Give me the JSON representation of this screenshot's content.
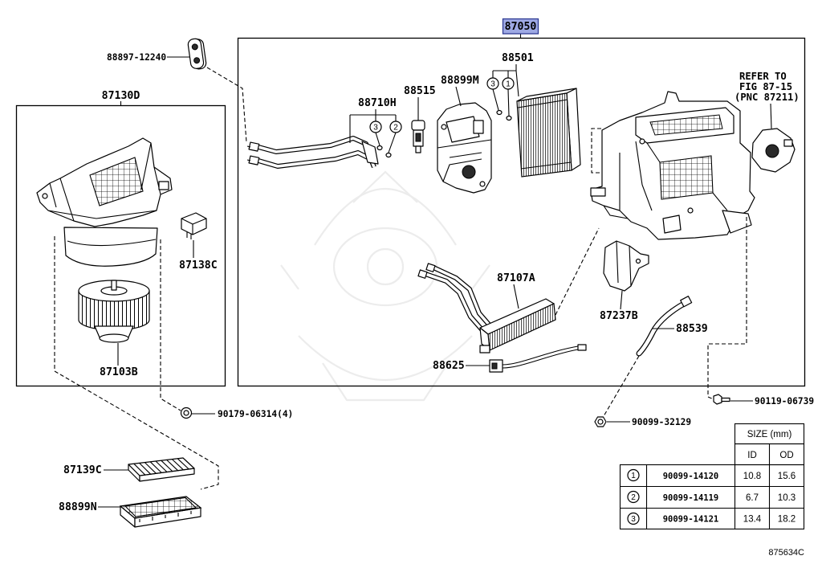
{
  "colors": {
    "highlight_fill": "#9ea9e4",
    "highlight_border": "#2f3c94",
    "line": "#000000",
    "background": "#ffffff"
  },
  "callouts": {
    "pn_87050": "87050",
    "pn_88897": "88897-12240",
    "pn_87130D": "87130D",
    "pn_88501": "88501",
    "pn_88899M": "88899M",
    "pn_88515": "88515",
    "pn_88710H": "88710H",
    "pn_87138C": "87138C",
    "pn_87103B": "87103B",
    "pn_87107A": "87107A",
    "pn_87237B": "87237B",
    "pn_88539": "88539",
    "pn_88625": "88625",
    "pn_90179": "90179-06314(4)",
    "pn_90119": "90119-06739",
    "pn_90099": "90099-32129",
    "pn_87139C": "87139C",
    "pn_88899N": "88899N"
  },
  "refer_note": {
    "line1": "REFER TO",
    "line2": "FIG 87-15",
    "line3": "(PNC 87211)"
  },
  "markers": {
    "evap": [
      "3",
      "1"
    ],
    "tubes": [
      "3",
      "2"
    ]
  },
  "size_table": {
    "header": "SIZE (mm)",
    "col_id": "ID",
    "col_od": "OD",
    "rows": [
      {
        "mark": "1",
        "part": "90099-14120",
        "id": "10.8",
        "od": "15.6"
      },
      {
        "mark": "2",
        "part": "90099-14119",
        "id": "6.7",
        "od": "10.3"
      },
      {
        "mark": "3",
        "part": "90099-14121",
        "id": "13.4",
        "od": "18.2"
      }
    ]
  },
  "diagram_code": "875634C"
}
